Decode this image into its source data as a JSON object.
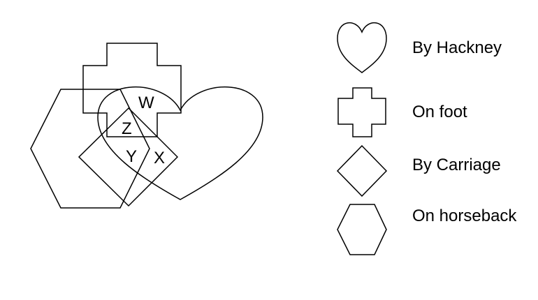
{
  "diagram": {
    "region_labels": {
      "w": "W",
      "z": "Z",
      "y": "Y",
      "x": "X"
    },
    "shapes": [
      {
        "key": "heart",
        "icon": "heart-icon"
      },
      {
        "key": "cross",
        "icon": "cross-icon"
      },
      {
        "key": "diamond",
        "icon": "diamond-icon"
      },
      {
        "key": "hexagon",
        "icon": "hexagon-icon"
      }
    ]
  },
  "legend": {
    "heart": "By Hackney",
    "cross": "On foot",
    "diamond": "By Carriage",
    "hexagon": "On horseback"
  },
  "colors": {
    "stroke": "#000000",
    "background": "#ffffff"
  }
}
